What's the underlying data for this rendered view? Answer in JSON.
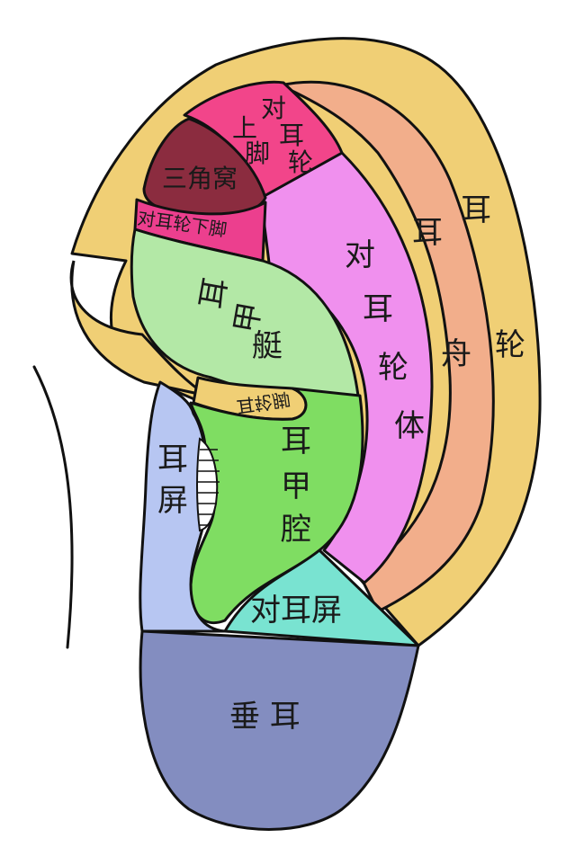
{
  "diagram": {
    "colors": {
      "helix": "#f0cf75",
      "scapha": "#f2ae8b",
      "antihelix_body": "#f090ee",
      "superior_crus": "#f2458a",
      "triangular_fossa": "#8b2c3f",
      "inferior_crus": "#ec3f8e",
      "cymba_conchae": "#b3e8a6",
      "cavum_conchae": "#7fdd62",
      "tragus": "#b7c6f2",
      "antitragus": "#79e3d1",
      "lobule": "#838dc0",
      "outline": "#111111"
    },
    "labels": {
      "helix_1": "耳",
      "helix_2": "轮",
      "scapha_1": "耳",
      "scapha_2": "舟",
      "antihelix_1": "对",
      "antihelix_2": "耳",
      "antihelix_3": "轮",
      "antihelix_4": "体",
      "superior_crus_1": "上",
      "superior_crus_2": "对",
      "superior_crus_3": "耳",
      "superior_crus_4": "脚",
      "superior_crus_5": "轮",
      "triangular_fossa": "三角窝",
      "inferior_crus": "对耳轮下脚",
      "cymba_1": "耳",
      "cymba_2": "甲",
      "cymba_3": "艇",
      "crus_of_helix": "耳轮脚",
      "cavum_1": "耳",
      "cavum_2": "甲",
      "cavum_3": "腔",
      "tragus_1": "耳",
      "tragus_2": "屏",
      "antitragus": "对耳屏",
      "lobule": "垂 耳"
    }
  }
}
